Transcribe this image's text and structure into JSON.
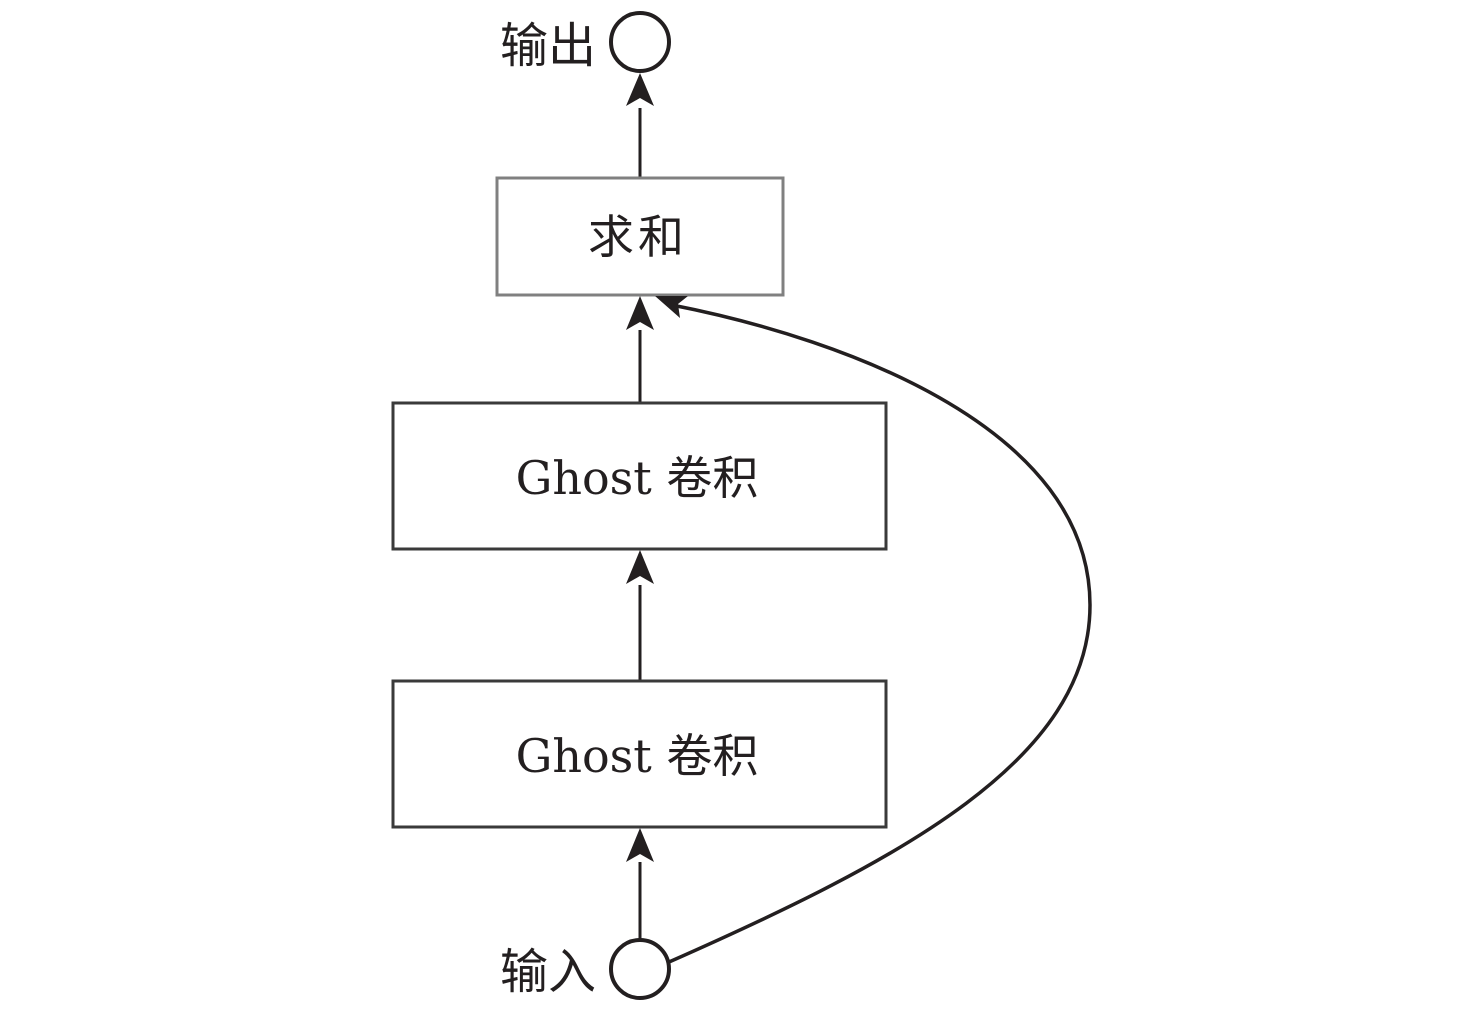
{
  "diagram": {
    "output_label": "输出",
    "input_label": "输入",
    "sum_label": "求和",
    "ghost_conv_1_label": "Ghost 卷积",
    "ghost_conv_2_label": "Ghost 卷积",
    "colors": {
      "stroke": "#231f20",
      "sum_border": "#808080",
      "box_border": "#3a3a3a",
      "background": "#ffffff"
    },
    "edges": [
      {
        "from": "input",
        "to": "ghost_conv_2"
      },
      {
        "from": "ghost_conv_2",
        "to": "ghost_conv_1"
      },
      {
        "from": "ghost_conv_1",
        "to": "sum"
      },
      {
        "from": "input",
        "to": "sum",
        "type": "skip-connection"
      },
      {
        "from": "sum",
        "to": "output"
      }
    ]
  }
}
